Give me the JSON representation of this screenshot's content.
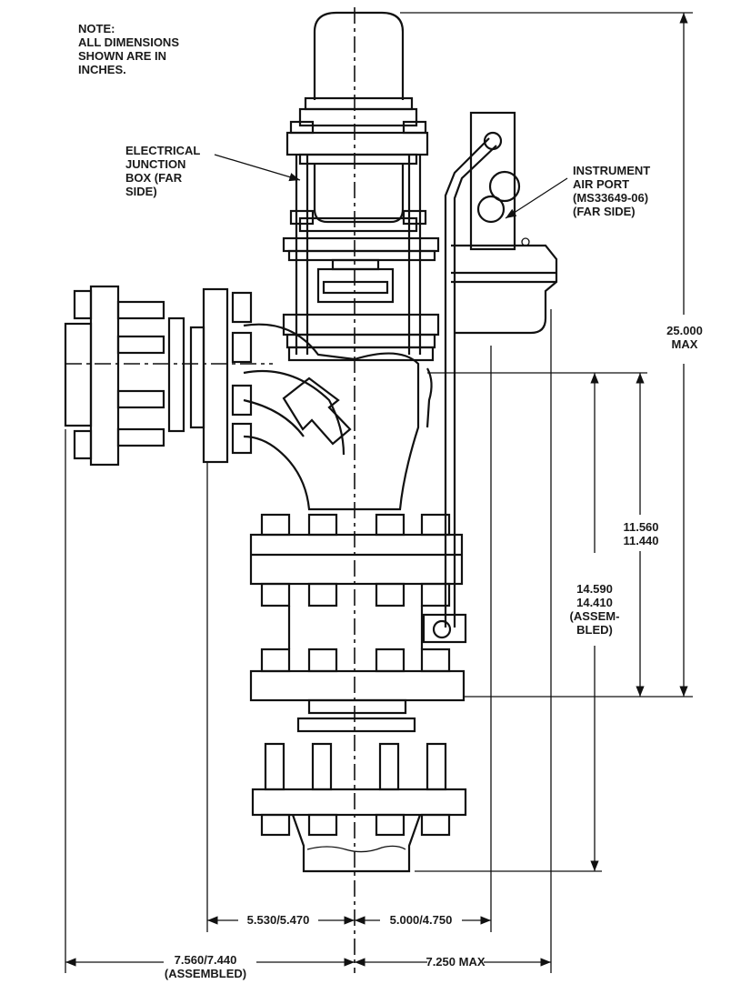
{
  "notes": {
    "general": "NOTE:\nALL DIMENSIONS\nSHOWN ARE IN\nINCHES.",
    "junction_box": "ELECTRICAL\nJUNCTION\nBOX (FAR\nSIDE)",
    "air_port": "INSTRUMENT\nAIR PORT\n(MS33649-06)\n(FAR SIDE)"
  },
  "dimensions": {
    "overall_height": "25.000\nMAX",
    "flange_height": "11.560\n11.440",
    "assembled_height": "14.590\n14.410\n(ASSEM-\nBLED)",
    "left_offset": "5.530/5.470",
    "right_offset": "5.000/4.750",
    "left_assembled": "7.560/7.440\n(ASSEMBLED)",
    "right_max": "7.250 MAX"
  }
}
